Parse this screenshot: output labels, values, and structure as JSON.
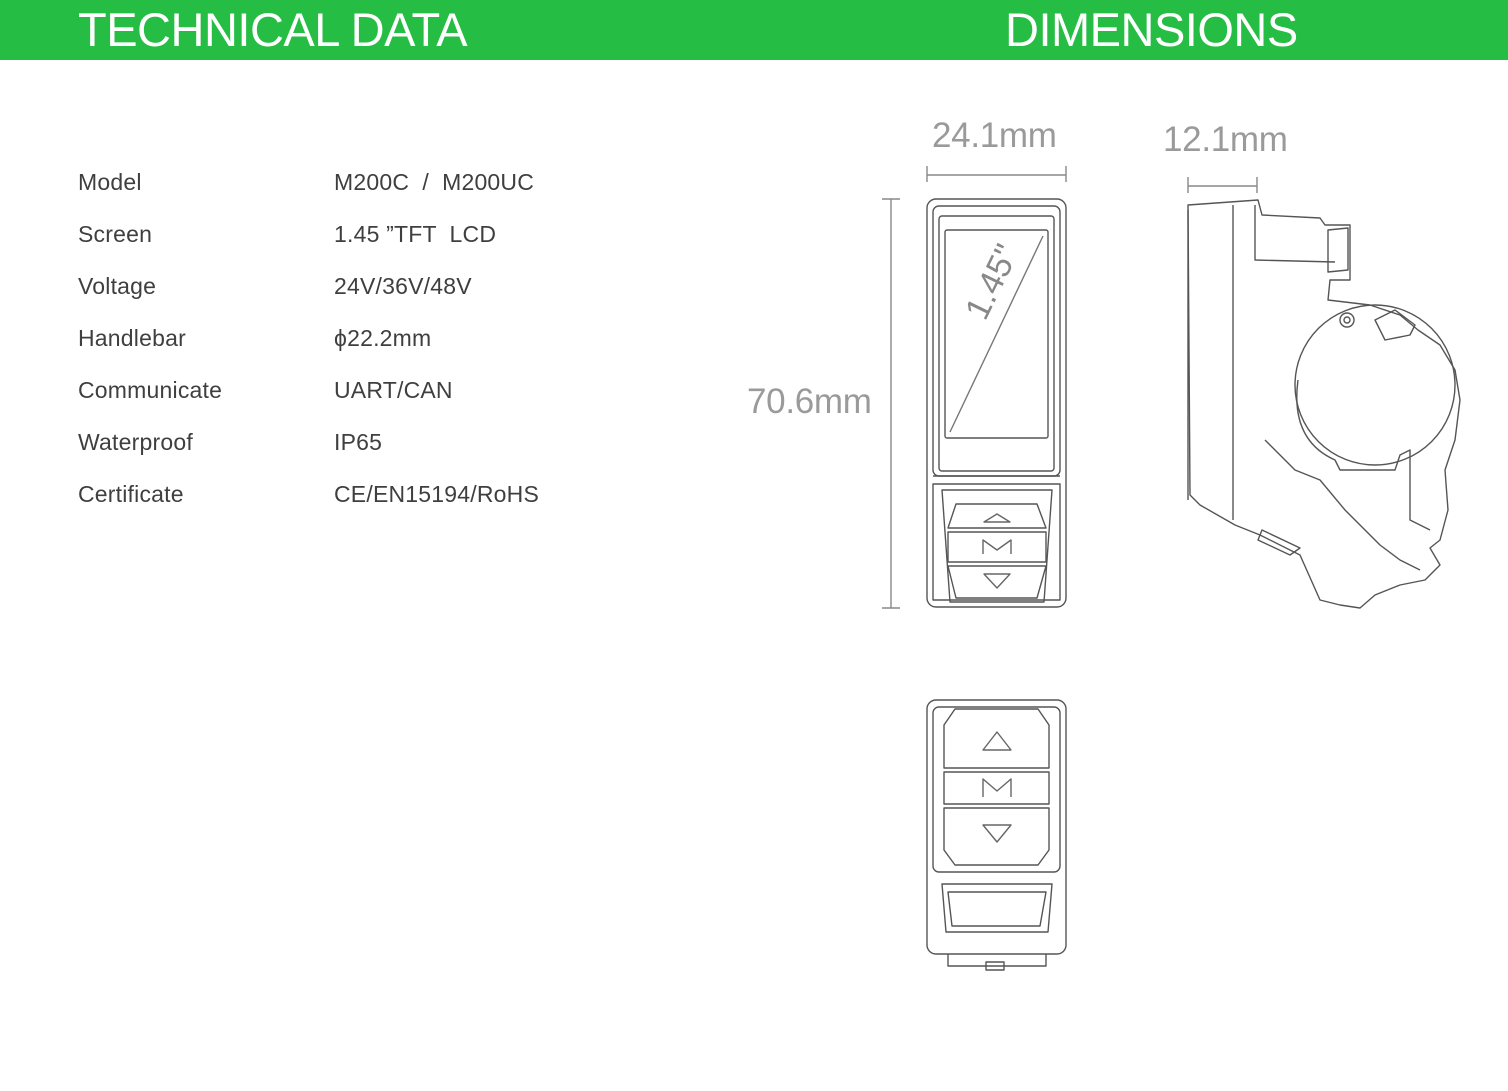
{
  "header": {
    "technical_title": "TECHNICAL DATA",
    "dimensions_title": "DIMENSIONS",
    "brand_color": "#26bd44"
  },
  "specs": [
    {
      "label": "Model",
      "value": "M200C  /  M200UC"
    },
    {
      "label": "Screen",
      "value": "1.45 ”TFT  LCD"
    },
    {
      "label": "Voltage",
      "value": "24V/36V/48V"
    },
    {
      "label": "Handlebar",
      "value": "ϕ22.2mm"
    },
    {
      "label": "Communicate",
      "value": "UART/CAN"
    },
    {
      "label": "Waterproof",
      "value": "IP65"
    },
    {
      "label": "Certificate",
      "value": "CE/EN15194/RoHS"
    }
  ],
  "dimensions": {
    "width": "24.1mm",
    "depth": "12.1mm",
    "height": "70.6mm",
    "screen_diagonal": "1.45\"",
    "button_up_icon": "triangle-up-icon",
    "button_mode_label": "M",
    "button_down_icon": "triangle-down-icon"
  }
}
